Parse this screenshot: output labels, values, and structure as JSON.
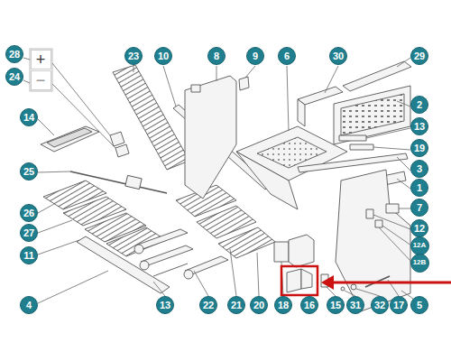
{
  "diagram": {
    "nodes": [
      {
        "text": [
          "28"
        ]
      },
      {
        "text": [
          "+"
        ]
      },
      {
        "text": [
          "−"
        ]
      },
      {
        "text": [
          "24"
        ]
      },
      {
        "text": [
          "23"
        ]
      },
      {
        "text": [
          "10"
        ]
      },
      {
        "text": [
          "8"
        ]
      },
      {
        "text": [
          "9"
        ]
      },
      {
        "text": [
          "6"
        ]
      },
      {
        "text": [
          "30"
        ]
      },
      {
        "text": [
          "29"
        ]
      },
      {
        "text": [
          "14"
        ]
      },
      {
        "text": [
          "2"
        ]
      },
      {
        "text": [
          "13"
        ]
      },
      {
        "text": [
          "19"
        ]
      },
      {
        "text": [
          "25"
        ]
      },
      {
        "text": [
          "3"
        ]
      },
      {
        "text": [
          "1"
        ]
      },
      {
        "text": [
          "7"
        ]
      },
      {
        "text": [
          "26"
        ]
      },
      {
        "text": [
          "12"
        ]
      },
      {
        "text": [
          "27"
        ]
      },
      {
        "text": [
          "12A"
        ]
      },
      {
        "text": [
          "11"
        ]
      },
      {
        "text": [
          "12B"
        ]
      },
      {
        "text": [
          "4"
        ]
      },
      {
        "text": [
          "13"
        ]
      },
      {
        "text": [
          "22"
        ]
      },
      {
        "text": [
          "21"
        ]
      },
      {
        "text": [
          "20"
        ]
      },
      {
        "text": [
          "18"
        ]
      },
      {
        "text": [
          "16"
        ]
      },
      {
        "text": [
          "15"
        ]
      },
      {
        "text": [
          "31"
        ]
      },
      {
        "text": [
          "32"
        ]
      },
      {
        "text": [
          "17"
        ]
      },
      {
        "text": [
          "5"
        ]
      }
    ]
  }
}
